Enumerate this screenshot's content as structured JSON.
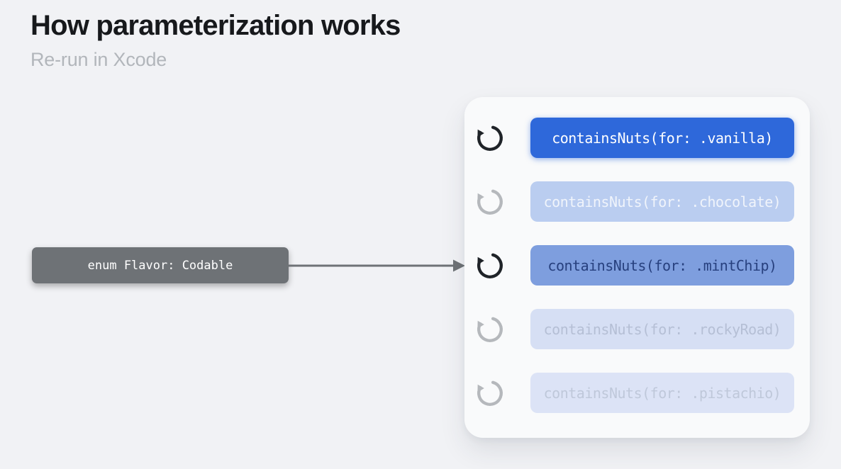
{
  "header": {
    "title": "How parameterization works",
    "subtitle": "Re-run in Xcode"
  },
  "source_box": {
    "label": "enum Flavor: Codable",
    "bg": "#6e7276",
    "text_color": "#ffffff"
  },
  "arrow": {
    "color": "#6e7276"
  },
  "panel": {
    "bg": "#f9fafb",
    "rows": [
      {
        "label": "containsNuts(for: .vanilla)",
        "icon": "refresh-icon",
        "icon_color": "#1f2328",
        "pill_bg": "#2e68da",
        "pill_text": "#ffffff",
        "glow": true
      },
      {
        "label": "containsNuts(for: .chocolate)",
        "icon": "refresh-icon",
        "icon_color": "#b5b8bc",
        "pill_bg": "#bacdf0",
        "pill_text": "#f0f4fb",
        "glow": false
      },
      {
        "label": "containsNuts(for: .mintChip)",
        "icon": "refresh-icon",
        "icon_color": "#1f2328",
        "pill_bg": "#7e9ede",
        "pill_text": "#27407e",
        "glow": false
      },
      {
        "label": "containsNuts(for: .rockyRoad)",
        "icon": "refresh-icon",
        "icon_color": "#b5b8bc",
        "pill_bg": "#d6dff4",
        "pill_text": "#b5bfd5",
        "glow": false
      },
      {
        "label": "containsNuts(for: .pistachio)",
        "icon": "refresh-icon",
        "icon_color": "#b5b8bc",
        "pill_bg": "#dce3f6",
        "pill_text": "#bfc8da",
        "glow": false
      }
    ]
  },
  "colors": {
    "page_bg": "#f1f2f5",
    "title": "#17191c",
    "subtitle": "#b2b6bb"
  }
}
